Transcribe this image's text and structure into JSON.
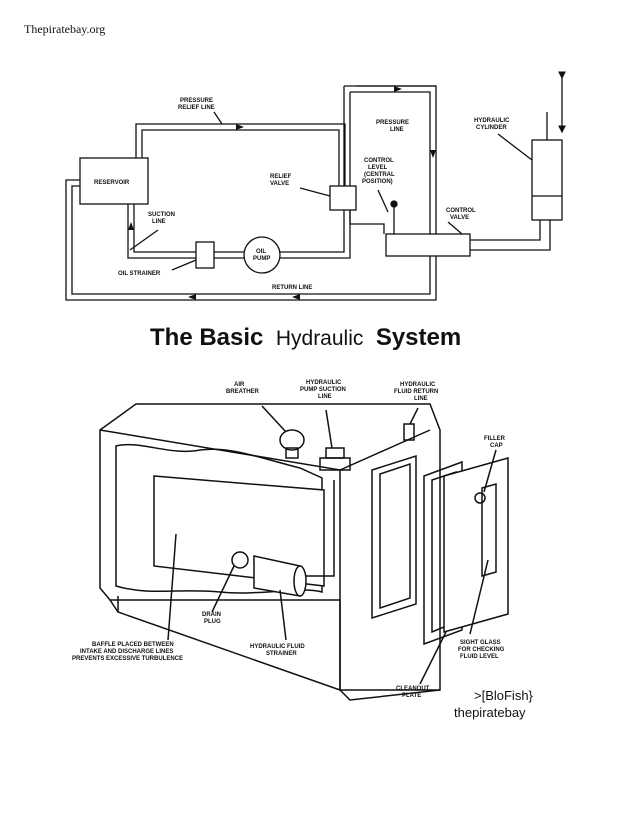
{
  "header": {
    "site": "Thepiratebay.org"
  },
  "diagram1": {
    "labels": {
      "reservoir": "RESERVOIR",
      "pressure_relief_line": [
        "PRESSURE",
        "RELIEF LINE"
      ],
      "pressure_line": [
        "PRESSURE",
        "LINE"
      ],
      "hydraulic_cylinder": [
        "HYDRAULIC",
        "CYLINDER"
      ],
      "relief_valve": [
        "RELIEF",
        "VALVE"
      ],
      "control_level": [
        "CONTROL",
        "LEVEL",
        "(CENTRAL",
        "POSITION)"
      ],
      "control_valve": [
        "CONTROL",
        "VALVE"
      ],
      "suction_line": [
        "SUCTION",
        "LINE"
      ],
      "oil_pump": [
        "OIL",
        "PUMP"
      ],
      "oil_strainer": "OIL STRAINER",
      "return_line": "RETURN LINE"
    }
  },
  "title": {
    "part1": "The Basic",
    "part2": "Hydraulic",
    "part3": "System"
  },
  "diagram2": {
    "labels": {
      "air_breather": [
        "AIR",
        "BREATHER"
      ],
      "pump_suction_line": [
        "HYDRAULIC",
        "PUMP SUCTION",
        "LINE"
      ],
      "fluid_return_line": [
        "HYDRAULIC",
        "FLUID RETURN",
        "LINE"
      ],
      "filler_cap": [
        "FILLER",
        "CAP"
      ],
      "drain_plug": [
        "DRAIN",
        "PLUG"
      ],
      "baffle": [
        "BAFFLE PLACED BETWEEN",
        "INTAKE AND DISCHARGE LINES",
        "PREVENTS EXCESSIVE TURBULENCE"
      ],
      "fluid_strainer": [
        "HYDRAULIC FLUID",
        "STRAINER"
      ],
      "sight_glass": [
        "SIGHT GLASS",
        "FOR CHECKING",
        "FLUID LEVEL"
      ],
      "cleanout_plate": [
        "CLEANOUT",
        "PLATE"
      ]
    }
  },
  "credit": {
    "line1": ">[BloFish}",
    "line2": "thepiratebay"
  }
}
